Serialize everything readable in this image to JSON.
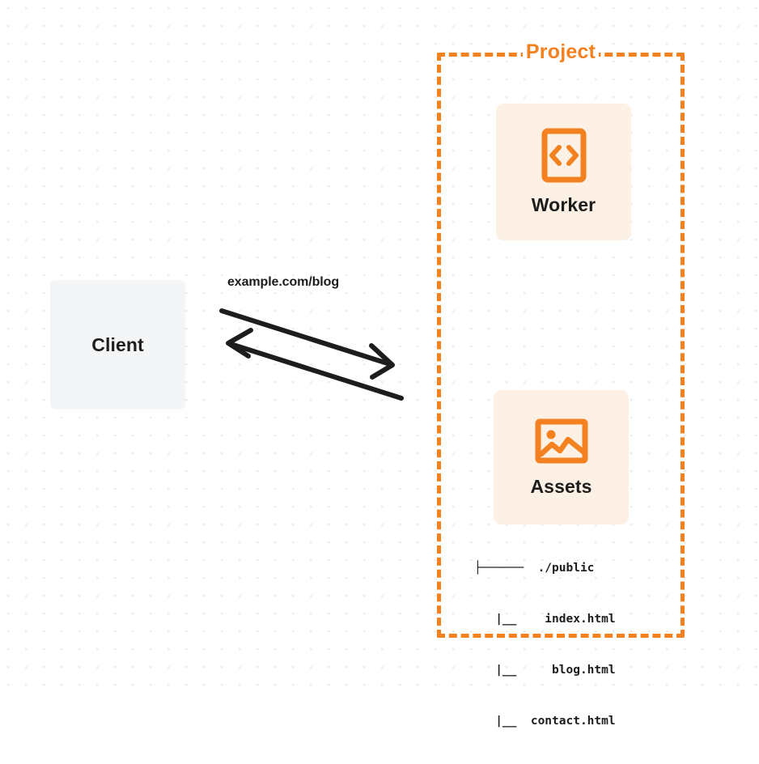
{
  "diagram": {
    "type": "architecture-flow",
    "background": {
      "style": "dot-grid",
      "dot_color": "#ebebeb",
      "page_color": "#ffffff"
    },
    "colors": {
      "accent_orange": "#f4811f",
      "card_fill": "#fdf1e6",
      "client_fill": "#f4f5f6",
      "text_dark": "#1d1d1b",
      "arrow": "#1d1d1b"
    }
  },
  "client": {
    "label": "Client",
    "icon": "none"
  },
  "project": {
    "title": "Project",
    "border_style": "dashed",
    "border_color": "#f4811f"
  },
  "worker": {
    "label": "Worker",
    "icon": "code-file-icon"
  },
  "assets": {
    "label": "Assets",
    "icon": "image-icon",
    "file_tree": [
      {
        "prefix": "├──────",
        "name": "./public"
      },
      {
        "prefix": "   |__  ",
        "name": "index.html"
      },
      {
        "prefix": "   |__  ",
        "name": " blog.html"
      },
      {
        "prefix": "   |__ ",
        "name": "contact.html"
      }
    ],
    "file_tree_lines": [
      "├──────  ./public",
      "   |__    index.html",
      "   |__     blog.html",
      "   |__  contact.html"
    ]
  },
  "connection": {
    "label": "example.com/blog",
    "request_arrow": {
      "direction": "client-to-project",
      "points_to": "right"
    },
    "response_arrow": {
      "direction": "project-to-client",
      "points_to": "left"
    }
  }
}
